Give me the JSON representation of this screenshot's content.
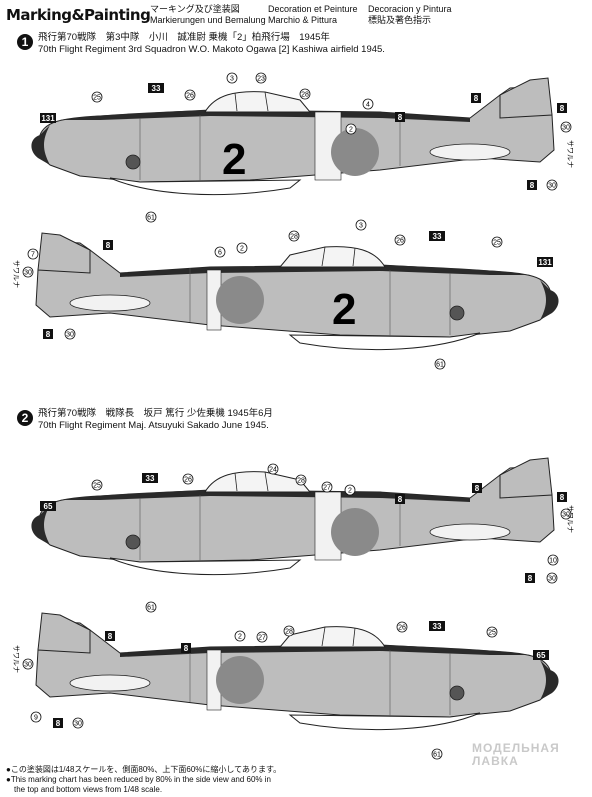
{
  "header": {
    "title": "Marking&Painting",
    "col1": [
      "マーキング及び塗装図",
      "Markierungen und Bemalung"
    ],
    "col2": [
      "Decoration et Peinture",
      "Marchio & Pittura"
    ],
    "col3": [
      "Decoracion y Pintura",
      "標貼及著色指示"
    ]
  },
  "schemes": [
    {
      "number": "1",
      "caption_jp": "飛行第70戦隊　第3中隊　小川　誠准尉 乗機「2」柏飛行場　1945年",
      "caption_en": "70th Flight Regiment 3rd Squadron W.O. Makoto Ogawa [2] Kashiwa airfield 1945.",
      "fuselage_code": "2",
      "callouts_view1": [
        "3",
        "23",
        "33",
        "26",
        "25",
        "28",
        "2",
        "4",
        "8",
        "8",
        "8",
        "30",
        "131",
        "61",
        "8",
        "30"
      ],
      "callouts_view2": [
        "7",
        "30",
        "8",
        "6",
        "2",
        "28",
        "3",
        "26",
        "33",
        "25",
        "131",
        "8",
        "30",
        "61"
      ]
    },
    {
      "number": "2",
      "caption_jp": "飛行第70戦隊　戦隊長　坂戸 篤行 少佐乗機 1945年6月",
      "caption_en": "70th Flight Regiment Maj. Atsuyuki Sakado June 1945.",
      "callouts_view3": [
        "33",
        "24",
        "26",
        "28",
        "27",
        "2",
        "25",
        "65",
        "8",
        "8",
        "8",
        "30",
        "10",
        "61",
        "8",
        "30"
      ],
      "callouts_view4": [
        "8",
        "30",
        "8",
        "2",
        "27",
        "28",
        "26",
        "33",
        "25",
        "65",
        "9",
        "8",
        "30",
        "61"
      ]
    }
  ],
  "labels": {
    "saurana": "サワルナ"
  },
  "footnotes": [
    "●この塗装図は1/48スケールを、側面80%、上下面60%に縮小してあります。",
    "●This marking chart has been reduced by 80% in the side view and 60% in",
    "the top and bottom views from 1/48 scale."
  ],
  "watermark": [
    "МОДЕЛЬНАЯ",
    "ЛАВКА"
  ],
  "colors": {
    "body_grey": "#bdbdbd",
    "hinomaru": "#8a8a8a",
    "dark": "#2a2a2a",
    "white_band": "#f2f2f2"
  }
}
